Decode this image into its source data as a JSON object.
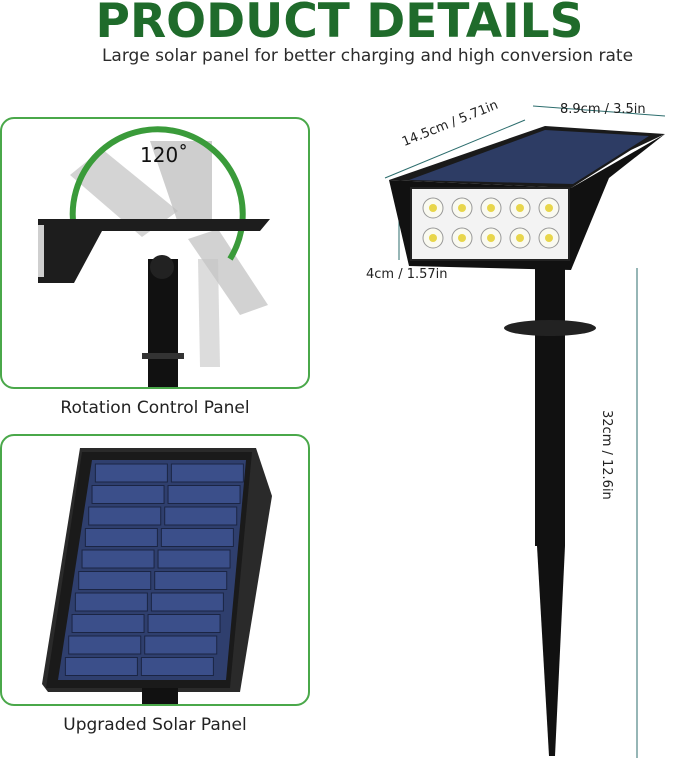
{
  "header": {
    "title": "PRODUCT DETAILS",
    "subtitle": "Large solar panel for better charging and high conversion rate"
  },
  "rotation_panel": {
    "angle_label": "120˚",
    "caption": "Rotation Control Panel"
  },
  "solar_panel": {
    "caption": "Upgraded Solar Panel"
  },
  "dimensions": {
    "width": "8.9cm / 3.5in",
    "length": "14.5cm / 5.71in",
    "height": "4cm / 1.57in",
    "stake": "32cm / 12.6in"
  },
  "colors": {
    "brand_green": "#1f6b2b",
    "accent_green": "#4aa84a"
  }
}
